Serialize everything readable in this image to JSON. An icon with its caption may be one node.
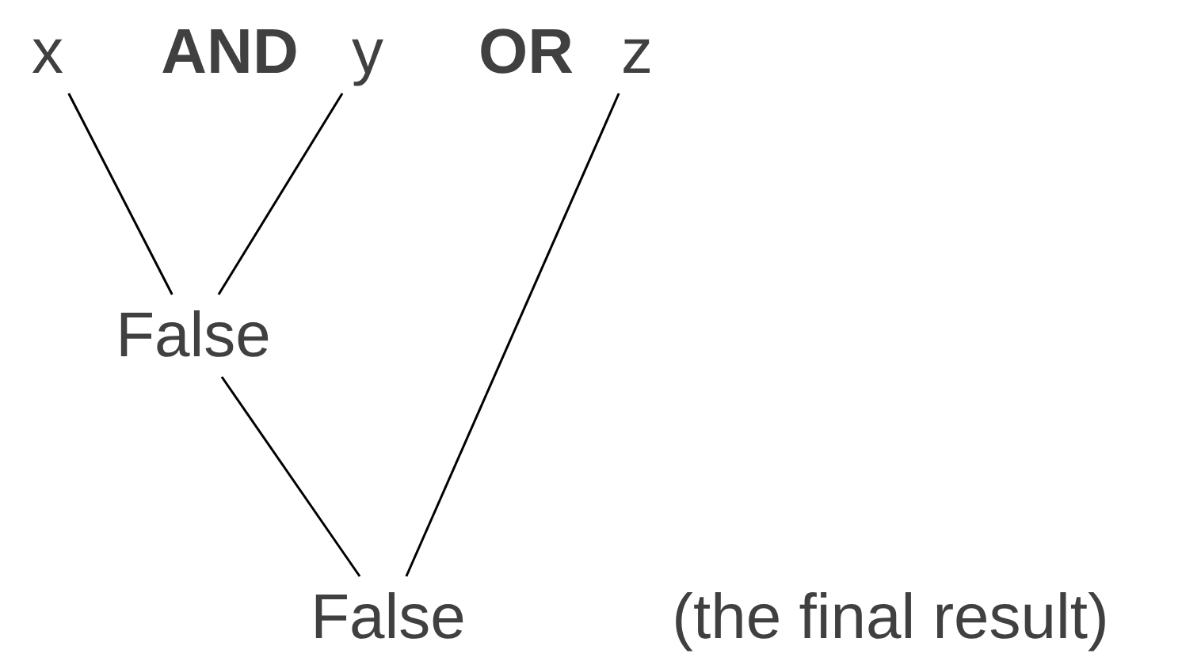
{
  "diagram": {
    "nodes": [
      {
        "text": [
          "x"
        ]
      },
      {
        "text": [
          "y"
        ]
      },
      {
        "text": [
          "z"
        ]
      },
      {
        "text": [
          "False"
        ]
      },
      {
        "text": [
          "False"
        ],
        "beside": [
          "(the final result)"
        ]
      }
    ],
    "edges": [
      {
        "from": 0,
        "to": 3,
        "arrow": "none"
      },
      {
        "from": 1,
        "to": 3,
        "arrow": "none"
      },
      {
        "from": 3,
        "to": 4,
        "arrow": "none"
      },
      {
        "from": 2,
        "to": 4,
        "arrow": "none"
      }
    ],
    "labels": [
      "AND",
      "OR"
    ]
  }
}
